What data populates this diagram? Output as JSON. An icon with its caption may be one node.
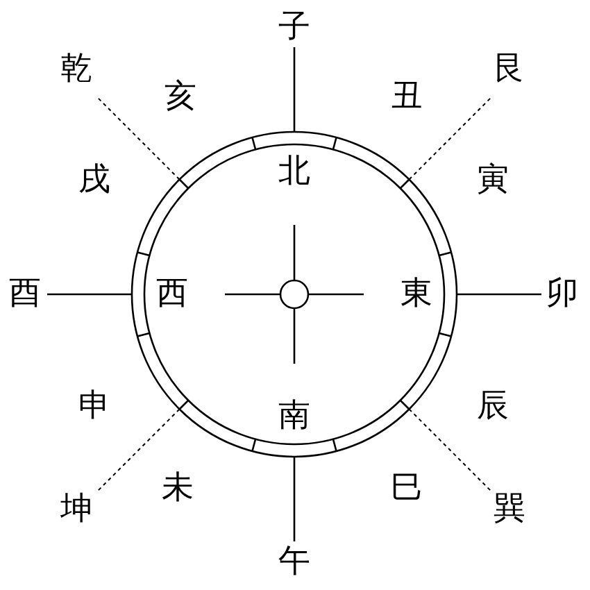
{
  "diagram": {
    "labels": [
      "子",
      "乾",
      "艮",
      "亥",
      "丑",
      "戌",
      "北",
      "寅",
      "酉",
      "西",
      "東",
      "卯",
      "申",
      "南",
      "辰",
      "未",
      "巳",
      "坤",
      "巽",
      "午"
    ]
  }
}
